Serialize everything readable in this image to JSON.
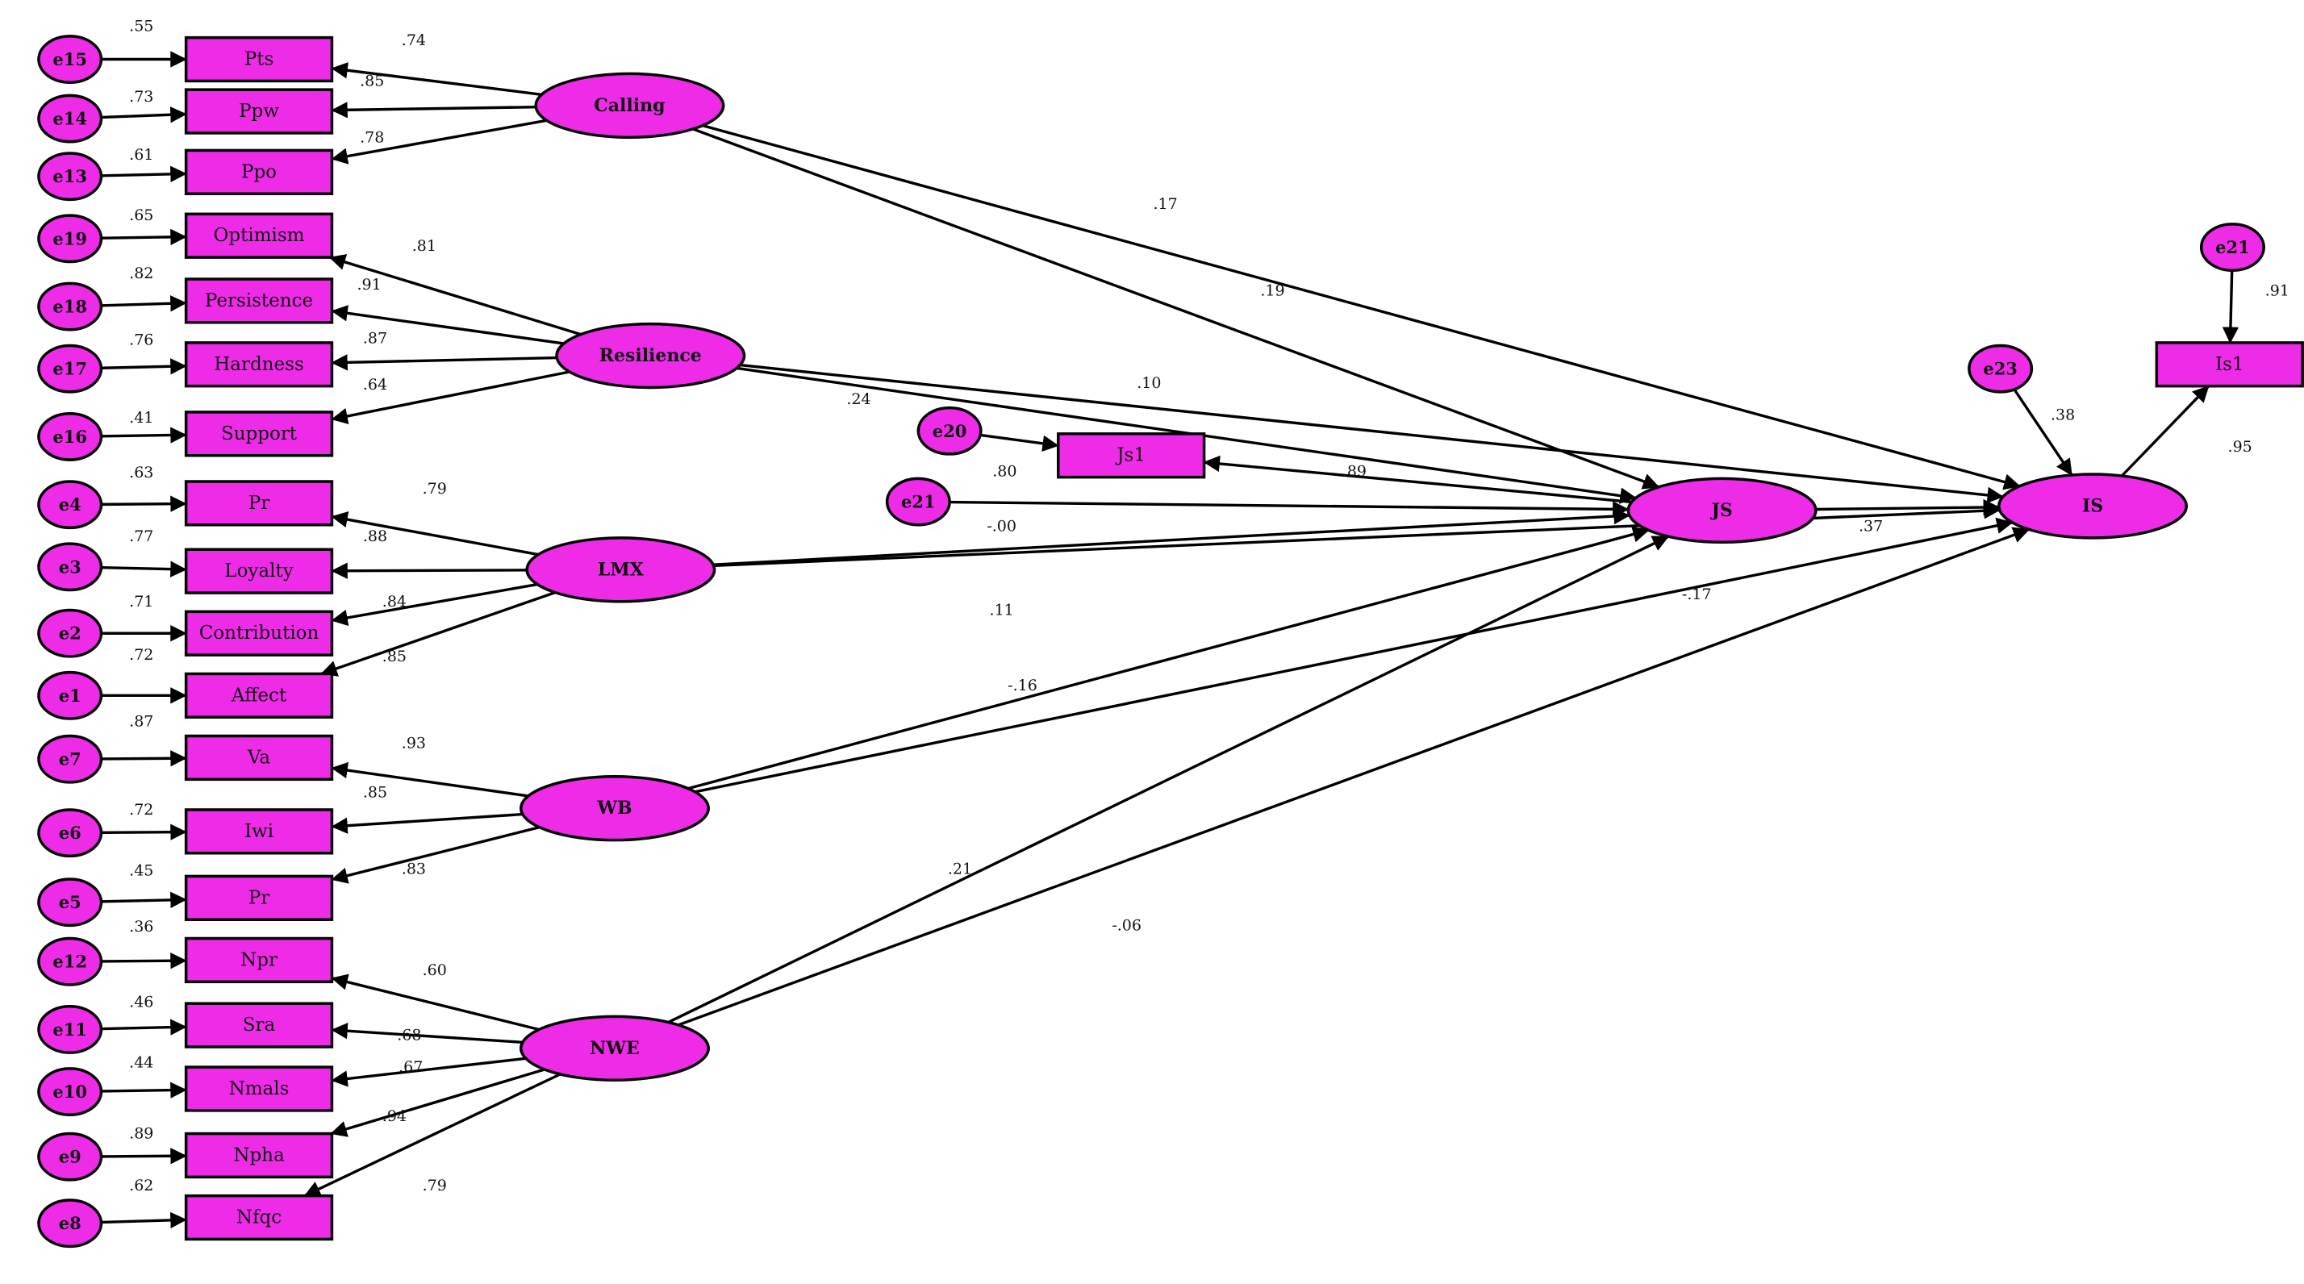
{
  "nodes": [
    {
      "id": "e15",
      "label": "e15",
      "kind": "error"
    },
    {
      "id": "e14",
      "label": "e14",
      "kind": "error"
    },
    {
      "id": "e13",
      "label": "e13",
      "kind": "error"
    },
    {
      "id": "e19",
      "label": "e19",
      "kind": "error"
    },
    {
      "id": "e18",
      "label": "e18",
      "kind": "error"
    },
    {
      "id": "e17",
      "label": "e17",
      "kind": "error"
    },
    {
      "id": "e16",
      "label": "e16",
      "kind": "error"
    },
    {
      "id": "e4",
      "label": "e4",
      "kind": "error"
    },
    {
      "id": "e3",
      "label": "e3",
      "kind": "error"
    },
    {
      "id": "e2",
      "label": "e2",
      "kind": "error"
    },
    {
      "id": "e1",
      "label": "e1",
      "kind": "error"
    },
    {
      "id": "e7",
      "label": "e7",
      "kind": "error"
    },
    {
      "id": "e6",
      "label": "e6",
      "kind": "error"
    },
    {
      "id": "e5",
      "label": "e5",
      "kind": "error"
    },
    {
      "id": "e12",
      "label": "e12",
      "kind": "error"
    },
    {
      "id": "e11",
      "label": "e11",
      "kind": "error"
    },
    {
      "id": "e10",
      "label": "e10",
      "kind": "error"
    },
    {
      "id": "e9",
      "label": "e9",
      "kind": "error"
    },
    {
      "id": "e8",
      "label": "e8",
      "kind": "error"
    },
    {
      "id": "e20",
      "label": "e20",
      "kind": "error"
    },
    {
      "id": "e21a",
      "label": "e21",
      "kind": "error"
    },
    {
      "id": "e23",
      "label": "e23",
      "kind": "error"
    },
    {
      "id": "e21b",
      "label": "e21",
      "kind": "error"
    },
    {
      "id": "Pts",
      "label": "Pts",
      "kind": "indicator"
    },
    {
      "id": "Ppw",
      "label": "Ppw",
      "kind": "indicator"
    },
    {
      "id": "Ppo",
      "label": "Ppo",
      "kind": "indicator"
    },
    {
      "id": "Optimism",
      "label": "Optimism",
      "kind": "indicator"
    },
    {
      "id": "Persistence",
      "label": "Persistence",
      "kind": "indicator"
    },
    {
      "id": "Hardness",
      "label": "Hardness",
      "kind": "indicator"
    },
    {
      "id": "Support",
      "label": "Support",
      "kind": "indicator"
    },
    {
      "id": "Pr1",
      "label": "Pr",
      "kind": "indicator"
    },
    {
      "id": "Loyalty",
      "label": "Loyalty",
      "kind": "indicator"
    },
    {
      "id": "Contribution",
      "label": "Contribution",
      "kind": "indicator"
    },
    {
      "id": "Affect",
      "label": "Affect",
      "kind": "indicator"
    },
    {
      "id": "Va",
      "label": "Va",
      "kind": "indicator"
    },
    {
      "id": "Iwi",
      "label": "Iwi",
      "kind": "indicator"
    },
    {
      "id": "Pr2",
      "label": "Pr",
      "kind": "indicator"
    },
    {
      "id": "Npr",
      "label": "Npr",
      "kind": "indicator"
    },
    {
      "id": "Sra",
      "label": "Sra",
      "kind": "indicator"
    },
    {
      "id": "Nmals",
      "label": "Nmals",
      "kind": "indicator"
    },
    {
      "id": "Npha",
      "label": "Npha",
      "kind": "indicator"
    },
    {
      "id": "Nfqc",
      "label": "Nfqc",
      "kind": "indicator"
    },
    {
      "id": "Js1",
      "label": "Js1",
      "kind": "indicator"
    },
    {
      "id": "Is1",
      "label": "Is1",
      "kind": "indicator"
    },
    {
      "id": "Calling",
      "label": "Calling",
      "kind": "latent"
    },
    {
      "id": "Resilience",
      "label": "Resilience",
      "kind": "latent"
    },
    {
      "id": "LMX",
      "label": "LMX",
      "kind": "latent"
    },
    {
      "id": "WB",
      "label": "WB",
      "kind": "latent"
    },
    {
      "id": "NWE",
      "label": "NWE",
      "kind": "latent"
    },
    {
      "id": "JS",
      "label": "JS",
      "kind": "latent"
    },
    {
      "id": "IS",
      "label": "IS",
      "kind": "latent"
    }
  ],
  "edges": [
    {
      "from": "e15",
      "to": "Pts"
    },
    {
      "from": "e14",
      "to": "Ppw"
    },
    {
      "from": "e13",
      "to": "Ppo"
    },
    {
      "from": "e19",
      "to": "Optimism"
    },
    {
      "from": "e18",
      "to": "Persistence"
    },
    {
      "from": "e17",
      "to": "Hardness"
    },
    {
      "from": "e16",
      "to": "Support"
    },
    {
      "from": "e4",
      "to": "Pr1"
    },
    {
      "from": "e3",
      "to": "Loyalty"
    },
    {
      "from": "e2",
      "to": "Contribution"
    },
    {
      "from": "e1",
      "to": "Affect"
    },
    {
      "from": "e7",
      "to": "Va"
    },
    {
      "from": "e6",
      "to": "Iwi"
    },
    {
      "from": "e5",
      "to": "Pr2"
    },
    {
      "from": "e12",
      "to": "Npr"
    },
    {
      "from": "e11",
      "to": "Sra"
    },
    {
      "from": "e10",
      "to": "Nmals"
    },
    {
      "from": "e9",
      "to": "Npha"
    },
    {
      "from": "e8",
      "to": "Nfqc"
    },
    {
      "from": "Calling",
      "to": "Pts"
    },
    {
      "from": "Calling",
      "to": "Ppw"
    },
    {
      "from": "Calling",
      "to": "Ppo"
    },
    {
      "from": "Resilience",
      "to": "Optimism"
    },
    {
      "from": "Resilience",
      "to": "Persistence"
    },
    {
      "from": "Resilience",
      "to": "Hardness"
    },
    {
      "from": "Resilience",
      "to": "Support"
    },
    {
      "from": "LMX",
      "to": "Pr1"
    },
    {
      "from": "LMX",
      "to": "Loyalty"
    },
    {
      "from": "LMX",
      "to": "Contribution"
    },
    {
      "from": "LMX",
      "to": "Affect"
    },
    {
      "from": "WB",
      "to": "Va"
    },
    {
      "from": "WB",
      "to": "Iwi"
    },
    {
      "from": "WB",
      "to": "Pr2"
    },
    {
      "from": "NWE",
      "to": "Npr"
    },
    {
      "from": "NWE",
      "to": "Sra"
    },
    {
      "from": "NWE",
      "to": "Nmals"
    },
    {
      "from": "NWE",
      "to": "Npha"
    },
    {
      "from": "NWE",
      "to": "Nfqc"
    },
    {
      "from": "Calling",
      "to": "JS"
    },
    {
      "from": "Calling",
      "to": "IS"
    },
    {
      "from": "Resilience",
      "to": "JS"
    },
    {
      "from": "Resilience",
      "to": "IS"
    },
    {
      "from": "LMX",
      "to": "JS"
    },
    {
      "from": "LMX",
      "to": "IS"
    },
    {
      "from": "WB",
      "to": "JS"
    },
    {
      "from": "WB",
      "to": "IS"
    },
    {
      "from": "NWE",
      "to": "JS"
    },
    {
      "from": "NWE",
      "to": "IS"
    },
    {
      "from": "JS",
      "to": "IS"
    },
    {
      "from": "e20",
      "to": "Js1"
    },
    {
      "from": "JS",
      "to": "Js1"
    },
    {
      "from": "e21a",
      "to": "JS"
    },
    {
      "from": "e23",
      "to": "IS"
    },
    {
      "from": "IS",
      "to": "Is1"
    },
    {
      "from": "e21b",
      "to": "Is1"
    }
  ],
  "coefficients": [
    ".55",
    ".73",
    ".61",
    ".65",
    ".82",
    ".76",
    ".41",
    ".63",
    ".77",
    ".71",
    ".72",
    ".87",
    ".72",
    ".45",
    ".36",
    ".46",
    ".44",
    ".89",
    ".62",
    ".74",
    ".85",
    ".78",
    ".81",
    ".91",
    ".87",
    ".64",
    ".79",
    ".88",
    ".84",
    ".85",
    ".93",
    ".85",
    ".83",
    ".60",
    ".68",
    ".67",
    ".94",
    ".79",
    ".17",
    ".19",
    ".10",
    ".24",
    ".80",
    ".89",
    "-.00",
    ".37",
    ".11",
    "-.17",
    "-.16",
    ".21",
    "-.06",
    ".38",
    ".91",
    ".95"
  ]
}
